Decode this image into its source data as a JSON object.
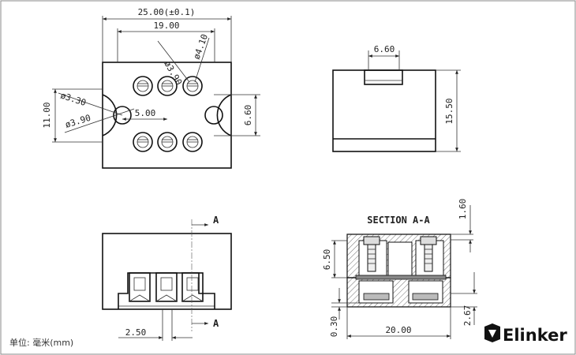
{
  "top_view": {
    "dim_overall_width": "25.00(±0.1)",
    "dim_pitch_span": "19.00",
    "dim_hole_small": "ø3.90",
    "dim_hole_large": "ø4.10",
    "dim_height": "11.00",
    "dim_mount_inner": "ø3.30",
    "dim_mount_outer": "ø3.90",
    "dim_mount_offset": "5.00",
    "dim_slot": "6.60"
  },
  "side_view": {
    "dim_top_tab": "6.60",
    "dim_height": "15.50"
  },
  "front_view": {
    "section_mark_top": "A",
    "section_mark_bottom": "A",
    "dim_pitch": "2.50"
  },
  "section_view": {
    "title": "SECTION A-A",
    "dim_top": "1.60",
    "dim_depth": "6.50",
    "dim_base": "0.30",
    "dim_width": "20.00",
    "dim_foot": "2.67"
  },
  "footer": {
    "unit_label": "单位: 毫米(mm)",
    "brand": "Elinker",
    "brand_icon": "elinker-logo-icon"
  }
}
